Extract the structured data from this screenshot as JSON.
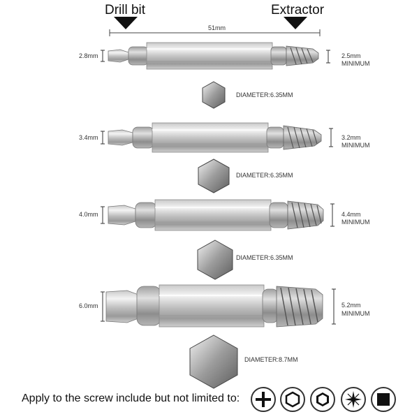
{
  "header": {
    "drill_label": "Drill bit",
    "extractor_label": "Extractor",
    "length_label": "51mm"
  },
  "bits": [
    {
      "drill_size": "2.8mm",
      "extractor_size": "2.5mm",
      "extractor_note": "MINIMUM",
      "diameter": "DIAMETER:6.35MM"
    },
    {
      "drill_size": "3.4mm",
      "extractor_size": "3.2mm",
      "extractor_note": "MINIMUM",
      "diameter": "DIAMETER:6.35MM"
    },
    {
      "drill_size": "4.0mm",
      "extractor_size": "4.4mm",
      "extractor_note": "MINIMUM",
      "diameter": "DIAMETER:6.35MM"
    },
    {
      "drill_size": "6.0mm",
      "extractor_size": "5.2mm",
      "extractor_note": "MINIMUM",
      "diameter": "DIAMETER:8.7MM"
    }
  ],
  "footer": {
    "text": "Apply to the screw include but not limited to:",
    "screw_types": [
      "phillips-icon",
      "hex-outline-icon",
      "hex-socket-icon",
      "star-icon",
      "square-icon"
    ]
  },
  "colors": {
    "steel_light": "#e6e6e6",
    "steel_dark": "#8a8a8a",
    "ink": "#111111"
  }
}
